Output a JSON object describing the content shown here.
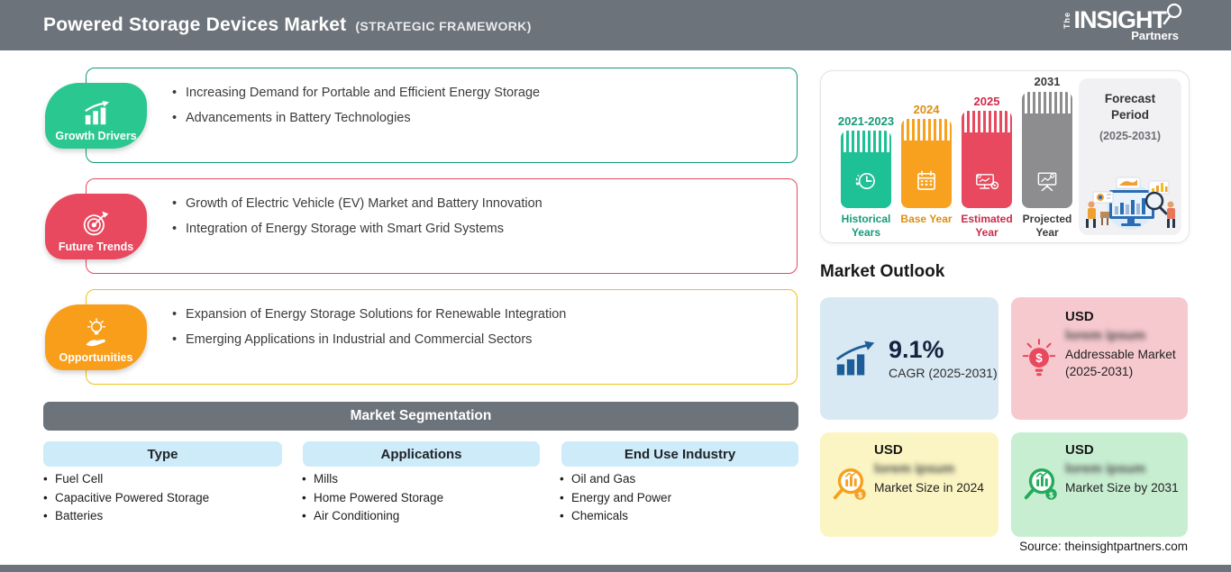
{
  "header": {
    "title": "Powered Storage Devices Market",
    "subtitle": "(STRATEGIC FRAMEWORK)",
    "logo": {
      "prefix": "The",
      "name": "INSIGHT",
      "suffix": "Partners"
    }
  },
  "framework_sections": [
    {
      "label": "Growth Drivers",
      "icon": "growth-chart-icon",
      "accent_color": "#2bc791",
      "border_color": "#12997d",
      "bullets": [
        "Increasing Demand for Portable and Efficient Energy Storage",
        "Advancements in Battery Technologies"
      ]
    },
    {
      "label": "Future Trends",
      "icon": "target-dart-icon",
      "accent_color": "#e8495f",
      "border_color": "#e8495f",
      "bullets": [
        "Growth of Electric Vehicle (EV) Market and Battery Innovation",
        "Integration of Energy Storage with Smart Grid Systems"
      ]
    },
    {
      "label": "Opportunities",
      "icon": "bulb-hand-icon",
      "accent_color": "#f89e1b",
      "border_color": "#f2c018",
      "bullets": [
        "Expansion of Energy Storage Solutions for Renewable Integration",
        "Emerging Applications in Industrial and Commercial Sectors"
      ]
    }
  ],
  "segmentation": {
    "title": "Market Segmentation",
    "columns": [
      {
        "header": "Type",
        "items": [
          "Fuel Cell",
          "Capacitive Powered Storage",
          "Batteries"
        ]
      },
      {
        "header": "Applications",
        "items": [
          "Mills",
          "Home Powered Storage",
          "Air Conditioning"
        ]
      },
      {
        "header": "End Use Industry",
        "items": [
          "Oil and Gas",
          "Energy and Power",
          "Chemicals"
        ]
      }
    ]
  },
  "timeline": {
    "bars": [
      {
        "year": "2021-2023",
        "label": "Historical Years",
        "color": "#1ec095",
        "icon": "clock-history-icon"
      },
      {
        "year": "2024",
        "label": "Base Year",
        "color": "#f8a11e",
        "icon": "calendar-icon"
      },
      {
        "year": "2025",
        "label": "Estimated Year",
        "color": "#e8495f",
        "icon": "monitor-gear-icon"
      },
      {
        "year": "2031",
        "label": "Projected Year",
        "color": "#8d8d8f",
        "icon": "presentation-chart-icon"
      }
    ],
    "forecast": {
      "title": "Forecast Period",
      "range": "(2025-2031)",
      "icon": "analysts-illustration"
    }
  },
  "market_outlook": {
    "heading": "Market Outlook",
    "cards": [
      {
        "value": "9.1%",
        "label": "CAGR (2025-2031)",
        "bg": "#d8e9f4",
        "icon": "bar-growth-icon"
      },
      {
        "currency": "USD",
        "value_blurred": "lorem ipsum",
        "label": "Addressable Market (2025-2031)",
        "bg": "#f6c9ce",
        "icon": "bulb-dollar-icon"
      },
      {
        "currency": "USD",
        "value_blurred": "lorem ipsum",
        "label": "Market Size in 2024",
        "bg": "#fbf5c3",
        "icon": "magnifier-chart-orange-icon"
      },
      {
        "currency": "USD",
        "value_blurred": "lorem ipsum",
        "label": "Market Size by 2031",
        "bg": "#c8eed2",
        "icon": "magnifier-chart-green-icon"
      }
    ]
  },
  "source": "Source: theinsightpartners.com"
}
